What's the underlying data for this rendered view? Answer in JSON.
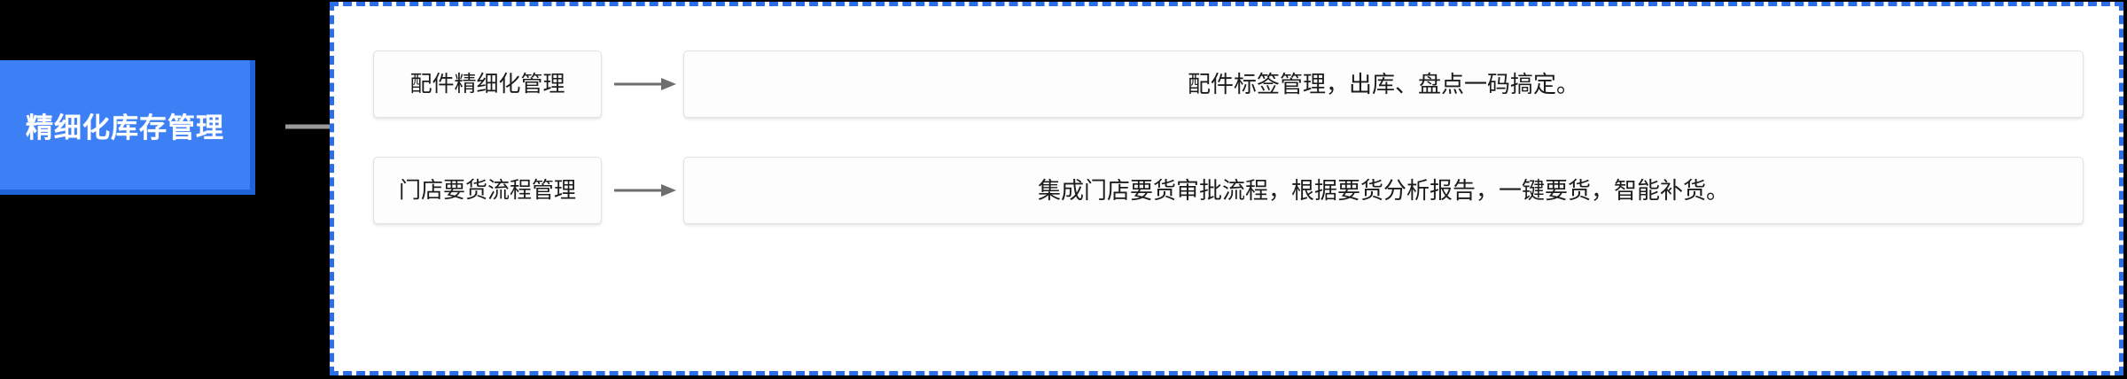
{
  "diagram": {
    "type": "flow",
    "primary_node": {
      "label": "精细化库存管理",
      "fill_color": "#3d80f5",
      "shadow_color": "#1f63d8",
      "text_color": "#ffffff"
    },
    "panel": {
      "border_color": "#2b6fe8",
      "border_style": "dashed",
      "background": "#ffffff"
    },
    "connector": {
      "main_arrow_color": "#9a9a9a",
      "row_arrow_color": "#6e6e6e"
    },
    "rows": [
      {
        "title": "配件精细化管理",
        "description": "配件标签管理，出库、盘点一码搞定。"
      },
      {
        "title": "门店要货流程管理",
        "description": "集成门店要货审批流程，根据要货分析报告，一键要货，智能补货。"
      }
    ]
  }
}
